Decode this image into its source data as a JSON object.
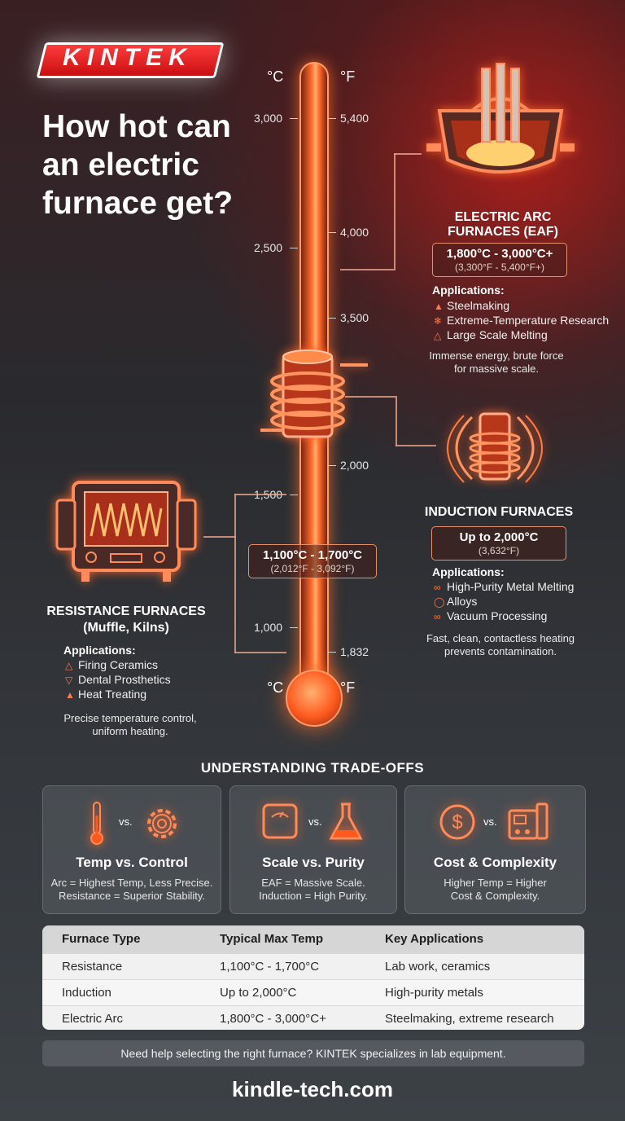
{
  "brand": {
    "logo_text": "KINTEK"
  },
  "headline": "How hot can an electric furnace get?",
  "thermometer": {
    "unit_c": "°C",
    "unit_f": "°F",
    "celsius_ticks": [
      "3,000",
      "2,500",
      "1,500",
      "1,000"
    ],
    "fahrenheit_ticks": [
      "5,400",
      "4,000",
      "3,500",
      "2,000",
      "1,832"
    ]
  },
  "eaf": {
    "title_line1": "ELECTRIC ARC",
    "title_line2": "FURNACES (EAF)",
    "temp_c": "1,800°C - 3,000°C+",
    "temp_f": "(3,300°F - 5,400°F+)",
    "apps_heading": "Applications:",
    "apps": [
      {
        "icon": "anvil-icon",
        "label": "Steelmaking"
      },
      {
        "icon": "snowflake-icon",
        "label": "Extreme-Temperature Research"
      },
      {
        "icon": "flask-icon",
        "label": "Large Scale Melting"
      }
    ],
    "desc_line1": "Immense energy, brute force",
    "desc_line2": "for massive scale."
  },
  "induction": {
    "title": "INDUCTION FURNACES",
    "temp_c": "Up to 2,000°C",
    "temp_f": "(3,632°F)",
    "apps_heading": "Applications:",
    "apps": [
      {
        "icon": "link-icon",
        "label": "High-Purity Metal Melting"
      },
      {
        "icon": "pill-icon",
        "label": "Alloys"
      },
      {
        "icon": "chain-icon",
        "label": "Vacuum Processing"
      }
    ],
    "desc_line1": "Fast, clean, contactless heating",
    "desc_line2": "prevents contamination."
  },
  "resistance": {
    "title_line1": "RESISTANCE FURNACES",
    "title_line2": "(Muffle, Kilns)",
    "temp_c": "1,100°C - 1,700°C",
    "temp_f": "(2,012°F - 3,092°F)",
    "apps_heading": "Applications:",
    "apps": [
      {
        "icon": "flask-icon",
        "label": "Firing Ceramics"
      },
      {
        "icon": "tooth-icon",
        "label": "Dental Prosthetics"
      },
      {
        "icon": "flame-icon",
        "label": "Heat Treating"
      }
    ],
    "desc_line1": "Precise temperature control,",
    "desc_line2": "uniform heating."
  },
  "tradeoffs": {
    "heading": "UNDERSTANDING TRADE-OFFS",
    "vs": "vs.",
    "cards": [
      {
        "title": "Temp vs. Control",
        "line1": "Arc = Highest Temp, Less Precise.",
        "line2": "Resistance = Superior Stability."
      },
      {
        "title": "Scale vs. Purity",
        "line1": "EAF = Massive Scale.",
        "line2": "Induction = High Purity."
      },
      {
        "title": "Cost & Complexity",
        "line1": "Higher Temp = Higher",
        "line2": "Cost & Complexity."
      }
    ]
  },
  "table": {
    "headers": [
      "Furnace Type",
      "Typical Max Temp",
      "Key Applications"
    ],
    "rows": [
      [
        "Resistance",
        "1,100°C - 1,700°C",
        "Lab work, ceramics"
      ],
      [
        "Induction",
        "Up to 2,000°C",
        "High-purity metals"
      ],
      [
        "Electric Arc",
        "1,800°C - 3,000°C+",
        "Steelmaking, extreme research"
      ]
    ]
  },
  "footer": {
    "cta": "Need help selecting the right furnace? KINTEK specializes in lab equipment.",
    "site": "kindle-tech.com"
  },
  "colors": {
    "accent": "#ff5a1e",
    "brand_red": "#d81418",
    "glow": "#ff9c6a"
  }
}
